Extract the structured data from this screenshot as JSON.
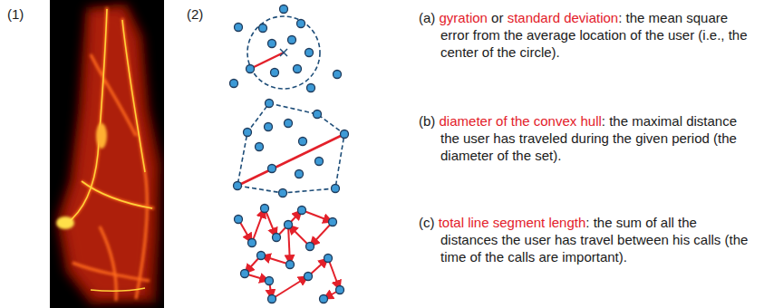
{
  "diagram": {
    "labels": [
      "(1)",
      "(2)",
      "(a)",
      "gyration",
      "or",
      "standard deviation",
      ": the mean square error from the average location of the user (i.e., the center of the circle).",
      "(b)",
      "diameter of the convex hull",
      ": the maximal distance the user has traveled during the given period (the diameter of the set).",
      "(c)",
      "total line segment length",
      ": the sum of all the distances the user has travel between his calls (the time of the calls are important)."
    ]
  }
}
